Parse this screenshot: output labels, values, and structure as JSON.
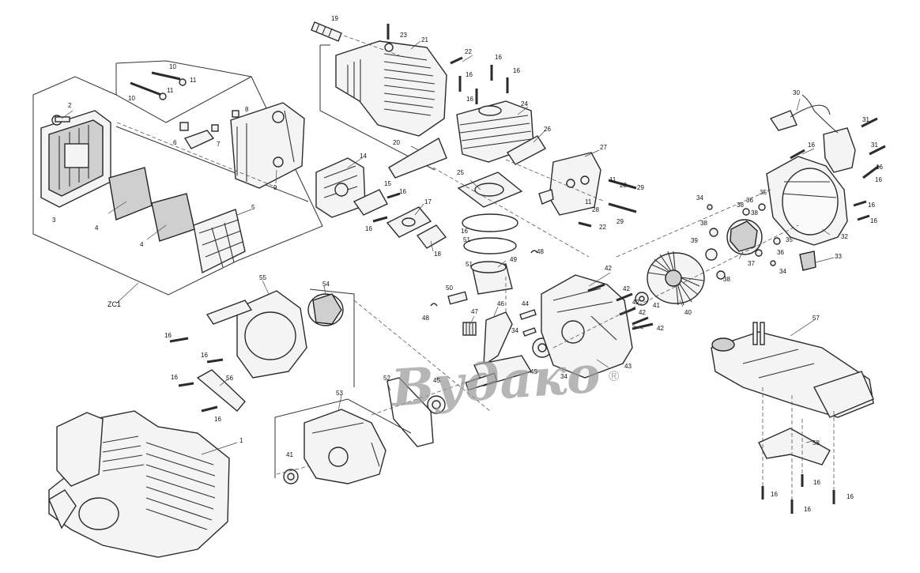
{
  "diagram": {
    "watermark": "Вудако",
    "watermark_mark": "®",
    "callouts": [
      {
        "id": "c-1",
        "label": "1"
      },
      {
        "id": "c-2",
        "label": "2"
      },
      {
        "id": "c-3",
        "label": "3"
      },
      {
        "id": "c-4a",
        "label": "4"
      },
      {
        "id": "c-4b",
        "label": "4"
      },
      {
        "id": "c-5",
        "label": "5"
      },
      {
        "id": "c-6",
        "label": "6"
      },
      {
        "id": "c-7",
        "label": "7"
      },
      {
        "id": "c-8",
        "label": "8"
      },
      {
        "id": "c-9",
        "label": "9"
      },
      {
        "id": "c-10a",
        "label": "10"
      },
      {
        "id": "c-10b",
        "label": "10"
      },
      {
        "id": "c-11a",
        "label": "11"
      },
      {
        "id": "c-11b",
        "label": "11"
      },
      {
        "id": "c-11c",
        "label": "11"
      },
      {
        "id": "c-11d",
        "label": "11"
      },
      {
        "id": "c-14",
        "label": "14"
      },
      {
        "id": "c-15",
        "label": "15"
      },
      {
        "id": "c-16a",
        "label": "16"
      },
      {
        "id": "c-16b",
        "label": "16"
      },
      {
        "id": "c-16c",
        "label": "16"
      },
      {
        "id": "c-16d",
        "label": "16"
      },
      {
        "id": "c-16e",
        "label": "16"
      },
      {
        "id": "c-16f",
        "label": "16"
      },
      {
        "id": "c-16g",
        "label": "16"
      },
      {
        "id": "c-16h",
        "label": "16"
      },
      {
        "id": "c-16i",
        "label": "16"
      },
      {
        "id": "c-16j",
        "label": "16"
      },
      {
        "id": "c-16k",
        "label": "16"
      },
      {
        "id": "c-16l",
        "label": "16"
      },
      {
        "id": "c-16m",
        "label": "16"
      },
      {
        "id": "c-16n",
        "label": "16"
      },
      {
        "id": "c-16o",
        "label": "16"
      },
      {
        "id": "c-16p",
        "label": "16"
      },
      {
        "id": "c-16q",
        "label": "16"
      },
      {
        "id": "c-16r",
        "label": "16"
      },
      {
        "id": "c-16s",
        "label": "16"
      },
      {
        "id": "c-16t",
        "label": "16"
      },
      {
        "id": "c-17",
        "label": "17"
      },
      {
        "id": "c-18",
        "label": "18"
      },
      {
        "id": "c-19",
        "label": "19"
      },
      {
        "id": "c-20",
        "label": "20"
      },
      {
        "id": "c-21",
        "label": "21"
      },
      {
        "id": "c-22a",
        "label": "22"
      },
      {
        "id": "c-22b",
        "label": "22"
      },
      {
        "id": "c-23",
        "label": "23"
      },
      {
        "id": "c-24",
        "label": "24"
      },
      {
        "id": "c-25",
        "label": "25"
      },
      {
        "id": "c-26",
        "label": "26"
      },
      {
        "id": "c-27",
        "label": "27"
      },
      {
        "id": "c-28a",
        "label": "28"
      },
      {
        "id": "c-28b",
        "label": "28"
      },
      {
        "id": "c-29a",
        "label": "29"
      },
      {
        "id": "c-29b",
        "label": "29"
      },
      {
        "id": "c-30",
        "label": "30"
      },
      {
        "id": "c-31a",
        "label": "31"
      },
      {
        "id": "c-31b",
        "label": "31"
      },
      {
        "id": "c-32",
        "label": "32"
      },
      {
        "id": "c-33",
        "label": "33"
      },
      {
        "id": "c-34a",
        "label": "34"
      },
      {
        "id": "c-34b",
        "label": "34"
      },
      {
        "id": "c-34c",
        "label": "34"
      },
      {
        "id": "c-34d",
        "label": "34"
      },
      {
        "id": "c-35a",
        "label": "35"
      },
      {
        "id": "c-35b",
        "label": "35"
      },
      {
        "id": "c-36a",
        "label": "36"
      },
      {
        "id": "c-36b",
        "label": "36"
      },
      {
        "id": "c-37",
        "label": "37"
      },
      {
        "id": "c-38a",
        "label": "38"
      },
      {
        "id": "c-38b",
        "label": "38"
      },
      {
        "id": "c-38c",
        "label": "38"
      },
      {
        "id": "c-38d",
        "label": "38"
      },
      {
        "id": "c-39",
        "label": "39"
      },
      {
        "id": "c-40",
        "label": "40"
      },
      {
        "id": "c-41a",
        "label": "41"
      },
      {
        "id": "c-41b",
        "label": "41"
      },
      {
        "id": "c-42a",
        "label": "42"
      },
      {
        "id": "c-42b",
        "label": "42"
      },
      {
        "id": "c-42c",
        "label": "42"
      },
      {
        "id": "c-42d",
        "label": "42"
      },
      {
        "id": "c-42e",
        "label": "42"
      },
      {
        "id": "c-43",
        "label": "43"
      },
      {
        "id": "c-44",
        "label": "44"
      },
      {
        "id": "c-45a",
        "label": "45"
      },
      {
        "id": "c-45b",
        "label": "45"
      },
      {
        "id": "c-46",
        "label": "46"
      },
      {
        "id": "c-47",
        "label": "47"
      },
      {
        "id": "c-48a",
        "label": "48"
      },
      {
        "id": "c-48b",
        "label": "48"
      },
      {
        "id": "c-49",
        "label": "49"
      },
      {
        "id": "c-50",
        "label": "50"
      },
      {
        "id": "c-51a",
        "label": "51"
      },
      {
        "id": "c-51b",
        "label": "51"
      },
      {
        "id": "c-52",
        "label": "52"
      },
      {
        "id": "c-53",
        "label": "53"
      },
      {
        "id": "c-54",
        "label": "54"
      },
      {
        "id": "c-55",
        "label": "55"
      },
      {
        "id": "c-56",
        "label": "56"
      },
      {
        "id": "c-57",
        "label": "57"
      },
      {
        "id": "c-58",
        "label": "58"
      },
      {
        "id": "c-zc1",
        "label": "ZC1"
      }
    ]
  }
}
